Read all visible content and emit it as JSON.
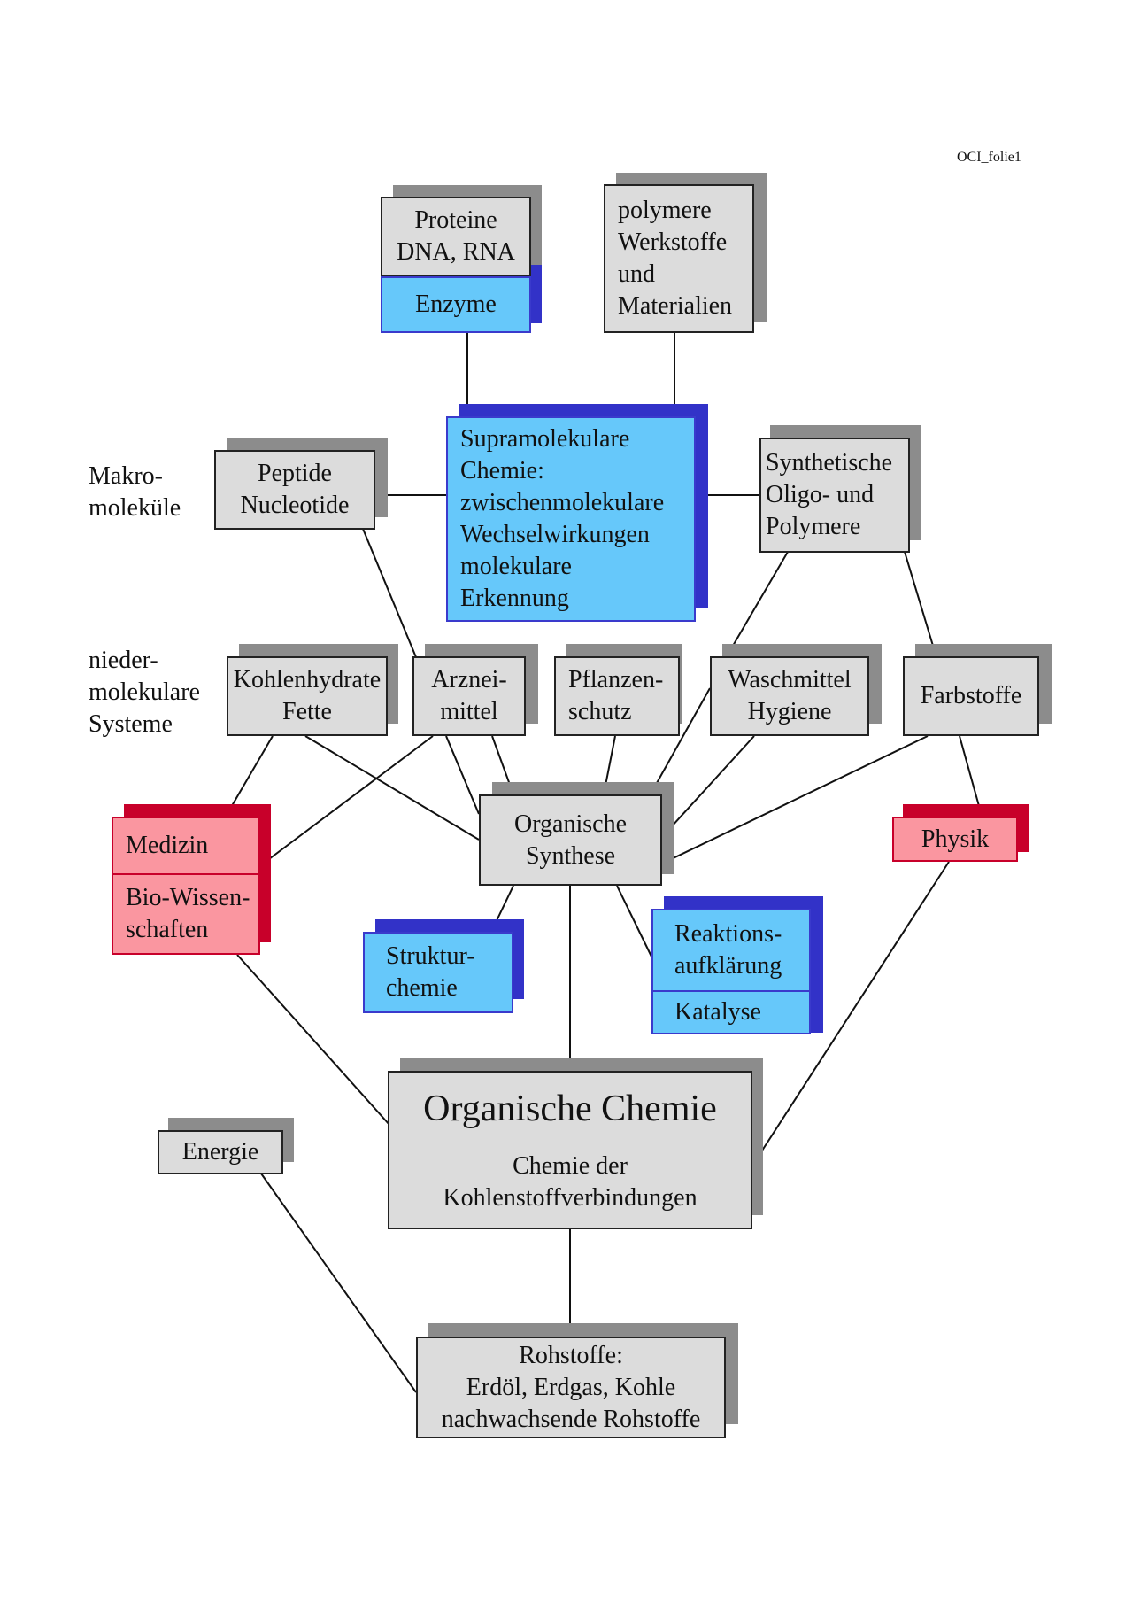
{
  "ref": "OCI_folie1",
  "side_labels": {
    "makro": [
      "Makro-",
      "moleküle"
    ],
    "nieder": [
      "nieder-",
      "molekulare",
      "Systeme"
    ]
  },
  "boxes": {
    "proteine": [
      "Proteine",
      "DNA, RNA"
    ],
    "enzyme": [
      "Enzyme"
    ],
    "polymere": [
      "polymere",
      "Werkstoffe",
      "und",
      "Materialien"
    ],
    "peptide": [
      "Peptide",
      "Nucleotide"
    ],
    "supra": [
      "Supramolekulare",
      "Chemie:",
      "zwischenmolekulare",
      "Wechselwirkungen",
      "molekulare",
      "Erkennung"
    ],
    "synthetische": [
      "Synthetische",
      "Oligo- und",
      "Polymere"
    ],
    "kohlenhydrate": [
      "Kohlenhydrate",
      "Fette"
    ],
    "arznei": [
      "Arznei-",
      "mittel"
    ],
    "pflanzen": [
      "Pflanzen-",
      "schutz"
    ],
    "waschmittel": [
      "Waschmittel",
      "Hygiene"
    ],
    "farbstoffe": [
      "Farbstoffe"
    ],
    "medizin": [
      "Medizin"
    ],
    "bio": [
      "Bio-Wissen-",
      "schaften"
    ],
    "synthese": [
      "Organische",
      "Synthese"
    ],
    "physik": [
      "Physik"
    ],
    "struktur": [
      "Struktur-",
      "chemie"
    ],
    "reaktions": [
      "Reaktions-",
      "aufklärung"
    ],
    "katalyse": [
      "Katalyse"
    ],
    "oc_title": "Organische Chemie",
    "oc_sub": [
      "Chemie der",
      "Kohlenstoffverbindungen"
    ],
    "energie": [
      "Energie"
    ],
    "rohstoffe": [
      "Rohstoffe:",
      "Erdöl, Erdgas, Kohle",
      "nachwachsende Rohstoffe"
    ]
  },
  "colors": {
    "box_gray": "#dcdcdc",
    "shadow_gray": "#8c8c8c",
    "box_blue": "#66c8fa",
    "shadow_blue": "#3232c8",
    "box_pink": "#fa96a0",
    "shadow_red": "#c8002a"
  }
}
